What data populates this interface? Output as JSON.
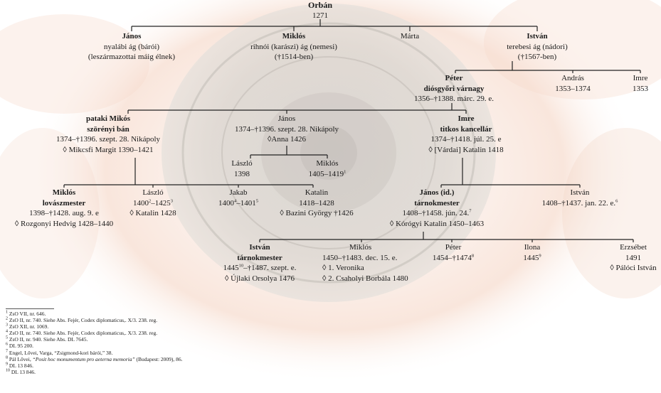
{
  "root": {
    "name": "Orbán",
    "year": "1271"
  },
  "gen1": {
    "janos": {
      "name": "János",
      "line1": "nyalábi ág (bárói)",
      "line2": "(leszármazottai máig élnek)"
    },
    "miklos": {
      "name": "Miklós",
      "line1": "rihnói (karászi) ág (nemesi)",
      "line2": "(†1514-ben)"
    },
    "marta": {
      "name": "Márta"
    },
    "istvan": {
      "name": "István",
      "line1": "terebesi ág (nádori)",
      "line2": "(†1567-ben)"
    }
  },
  "gen2": {
    "peter": {
      "name": "Péter",
      "title": "diósgyőri várnagy",
      "dates": "1356–†1388. márc. 29. e."
    },
    "andras": {
      "name": "András",
      "dates": "1353–1374"
    },
    "imre": {
      "name": "Imre",
      "dates": "1353"
    }
  },
  "gen3": {
    "miklos": {
      "name": "pataki Mikós",
      "title": "szörényi bán",
      "dates": "1374–†1396. szept. 28. Nikápoly",
      "spouse": "◊ Mikcsfi Margit 1390–1421"
    },
    "janos": {
      "name": "János",
      "dates": "1374–†1396. szept. 28. Nikápoly",
      "spouse": "◊Anna 1426"
    },
    "imre": {
      "name": "Imre",
      "title": "titkos kancellár",
      "dates": "1374–†1418. júl. 25. e",
      "spouse": "◊ [Várdai] Katalin 1418"
    }
  },
  "gen3b": {
    "laszlo": {
      "name": "László",
      "dates": "1398"
    },
    "miklos": {
      "name": "Miklós",
      "dates": "1405–1419",
      "sup": "1"
    }
  },
  "gen4": {
    "miklos": {
      "name": "Miklós",
      "title": "lovászmester",
      "dates": "1398–†1428. aug. 9. e",
      "spouse": "◊ Rozgonyi Hedvig 1428–1440"
    },
    "laszlo": {
      "name": "László",
      "d1": "1400",
      "s1": "2",
      "d2": "–1425",
      "s2": "3",
      "spouse": "◊ Katalin 1428"
    },
    "jakab": {
      "name": "Jakab",
      "d1": "1400",
      "s1": "4",
      "d2": "–1401",
      "s2": "5"
    },
    "katalin": {
      "name": "Katalin",
      "dates": "1418–1428",
      "spouse": "◊ Bazini György †1426"
    },
    "janos": {
      "name": "János (id.)",
      "title": "tárnokmester",
      "dates": "1408–†1458. jún. 24.",
      "sup": "7",
      "spouse": "◊ Kórógyi Katalin 1450–1463"
    },
    "istvan": {
      "name": "István",
      "dates": "1408–†1437. jan. 22. e.",
      "sup": "6"
    }
  },
  "gen5": {
    "istvan": {
      "name": "István",
      "title": "tárnokmester",
      "d1": "1445",
      "s1": "10",
      "d2": "–†1487. szept. e.",
      "spouse": "◊ Újlaki Orsolya 1476"
    },
    "miklos": {
      "name": "Miklós",
      "dates": "1450–†1483. dec. 15. e.",
      "spouse1": "◊ 1. Veronika",
      "spouse2": "◊ 2. Csaholyi Borbála 1480"
    },
    "peter": {
      "name": "Péter",
      "dates": "1454–†1474",
      "sup": "8"
    },
    "ilona": {
      "name": "Ilona",
      "dates": "1445",
      "sup": "9"
    },
    "erzsebet": {
      "name": "Erzsébet",
      "dates": "1491",
      "spouse": "◊ Pálóci István"
    }
  },
  "footnotes": [
    {
      "n": "1",
      "text": "ZsO VII, nr. 646."
    },
    {
      "n": "2",
      "text": "ZsO II, nr. 740. Siehe Abs. Fejér, Codex diplomaticus,. X/3. 238. reg."
    },
    {
      "n": "3",
      "text": "ZsO XII, nr. 1069."
    },
    {
      "n": "4",
      "text": "ZsO II, nr. 740. Siehe Abs. Fejér, Codex diplomaticus,. X/3. 238. reg."
    },
    {
      "n": "5",
      "text": "ZsO II, nr. 940. Siehe Abs. DL 7645."
    },
    {
      "n": "6",
      "text": "DL 95 200."
    },
    {
      "n": "7",
      "text": "Engel, Lővei, Varga, “Zsigmond-kori bárói,” 38."
    },
    {
      "n": "8",
      "text": "Pál Lővei, ",
      "italic": "“Posit hoc monumentum pro aeterna memoria”",
      "rest": " (Budapest: 2009), 86."
    },
    {
      "n": "9",
      "text": "DL 13 846."
    },
    {
      "n": "10",
      "text": "DL 13 846."
    }
  ]
}
